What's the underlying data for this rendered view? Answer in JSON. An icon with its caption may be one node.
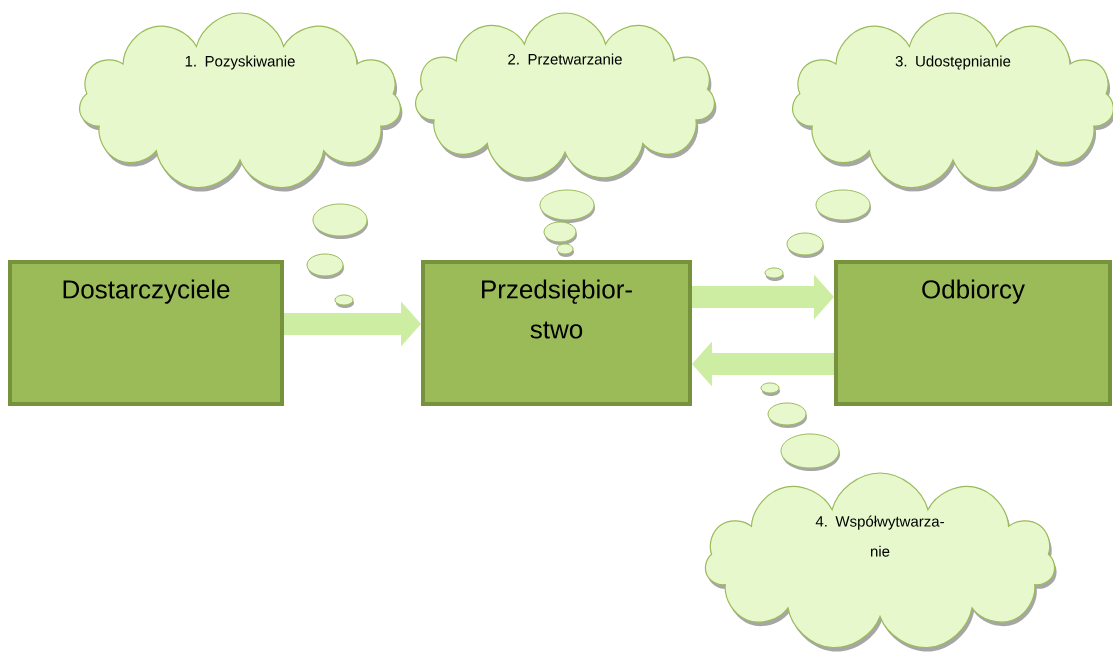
{
  "diagram": {
    "nodes": [
      {
        "text": [
          "Dostarczyciele"
        ]
      },
      {
        "text": [
          "Przedsiębior- stwo"
        ]
      },
      {
        "text": [
          "Odbiorcy"
        ]
      },
      {
        "text": [
          "1. Pozyskiwanie"
        ]
      },
      {
        "text": [
          "2. Przetwarzanie"
        ]
      },
      {
        "text": [
          "3. Udostępnianie"
        ]
      },
      {
        "text": [
          "4. Współwytwarza- nie"
        ]
      }
    ],
    "edges": [
      {
        "from": 0,
        "to": 1,
        "arrow": "to"
      },
      {
        "from": 1,
        "to": 2,
        "arrow": "to"
      },
      {
        "from": 2,
        "to": 1,
        "arrow": "to"
      }
    ]
  }
}
